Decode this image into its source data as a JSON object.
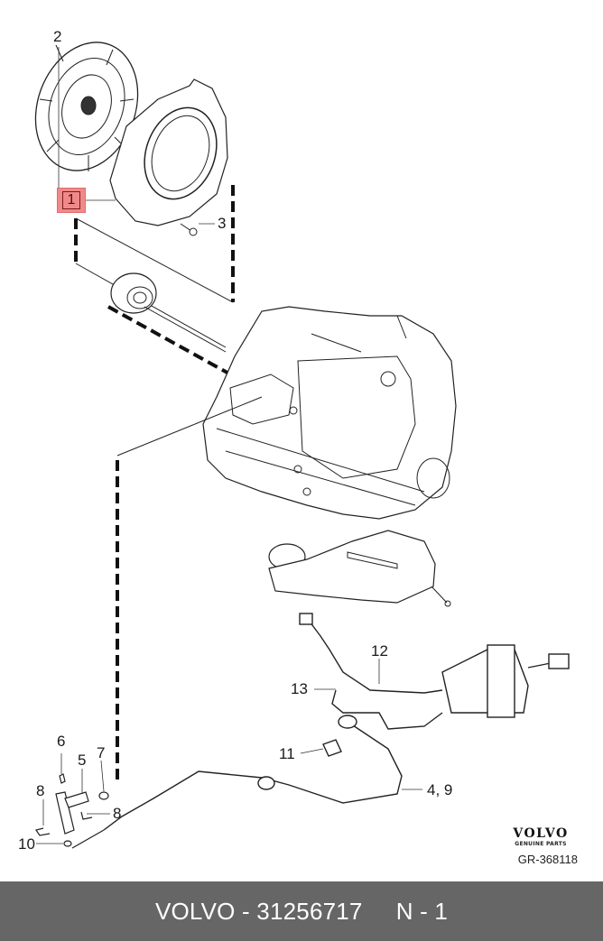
{
  "diagram": {
    "title": "Clutch assembly and hydraulic system exploded view",
    "callouts": [
      {
        "id": "2",
        "label": "2"
      },
      {
        "id": "1",
        "label": "1"
      },
      {
        "id": "3",
        "label": "3"
      },
      {
        "id": "12",
        "label": "12"
      },
      {
        "id": "13",
        "label": "13"
      },
      {
        "id": "11",
        "label": "11"
      },
      {
        "id": "4_9",
        "label": "4, 9"
      },
      {
        "id": "6",
        "label": "6"
      },
      {
        "id": "5",
        "label": "5"
      },
      {
        "id": "7",
        "label": "7"
      },
      {
        "id": "8a",
        "label": "8"
      },
      {
        "id": "8b",
        "label": "8"
      },
      {
        "id": "10",
        "label": "10"
      }
    ],
    "highlighted_callout": "1",
    "highlight_color": "#f08a8a"
  },
  "brand": {
    "logo": "VOLVO",
    "tagline": "GENUINE PARTS",
    "reference": "GR-368118"
  },
  "footer": {
    "brand": "VOLVO",
    "part_number": "31256717",
    "position": "N - 1",
    "text": "VOLVO - 31256717     N - 1",
    "background": "#666666"
  }
}
